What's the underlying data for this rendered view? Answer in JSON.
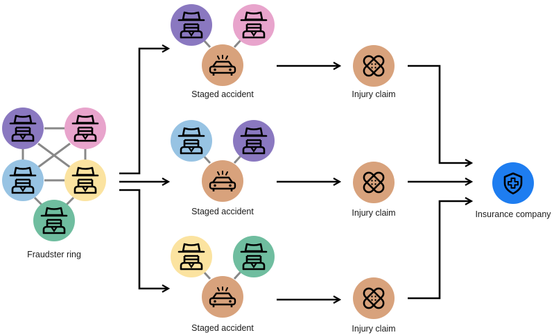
{
  "ring": {
    "label": "Fraudster ring",
    "members": [
      {
        "id": "purple",
        "color": "#8a78c0"
      },
      {
        "id": "pink",
        "color": "#e8a4cc"
      },
      {
        "id": "blue",
        "color": "#97c3e3"
      },
      {
        "id": "yellow",
        "color": "#fbe3a0"
      },
      {
        "id": "green",
        "color": "#6fbd9f"
      }
    ]
  },
  "accidents": [
    {
      "label": "Staged accident",
      "fraudsters": [
        "purple",
        "pink"
      ],
      "claim_label": "Injury claim"
    },
    {
      "label": "Staged accident",
      "fraudsters": [
        "blue",
        "purple"
      ],
      "claim_label": "Injury claim"
    },
    {
      "label": "Staged accident",
      "fraudsters": [
        "yellow",
        "green"
      ],
      "claim_label": "Injury claim"
    }
  ],
  "insurer": {
    "label": "Insurance company",
    "color": "#1e7df0"
  },
  "colors": {
    "event": "#d8a27c",
    "link": "#888888",
    "arrow": "#000000"
  },
  "icons": {
    "fraudster": "spy-icon",
    "accident": "car-crash-icon",
    "claim": "bandage-icon",
    "insurer": "shield-plus-icon"
  }
}
